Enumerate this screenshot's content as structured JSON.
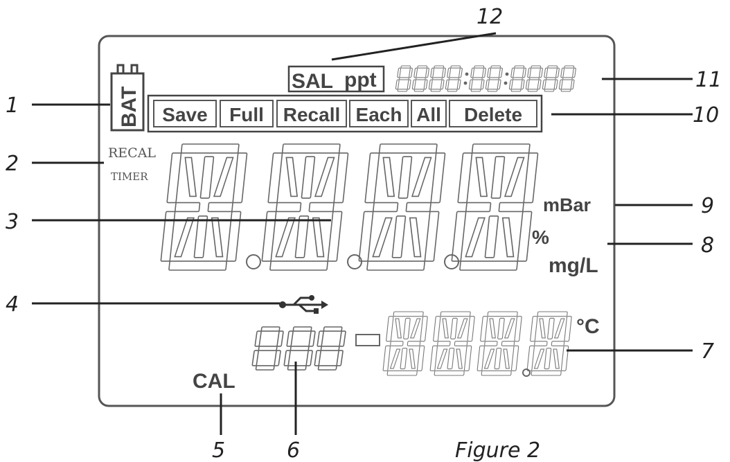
{
  "figure": {
    "caption": "Figure 2",
    "callouts": [
      "1",
      "2",
      "3",
      "4",
      "5",
      "6",
      "7",
      "8",
      "9",
      "10",
      "11",
      "12"
    ]
  },
  "lcd": {
    "battery_label": "BAT",
    "recal_label": "RECAL",
    "timer_label": "TIMER",
    "sal_label": "SAL",
    "ppt_label": "ppt",
    "memory_buttons": [
      "Save",
      "Full",
      "Recall",
      "Each",
      "All",
      "Delete"
    ],
    "unit_mbar": "mBar",
    "unit_percent": "%",
    "unit_mgl": "mg/L",
    "unit_celsius": "°C",
    "cal_label": "CAL",
    "usb_icon": "usb-icon"
  },
  "colors": {
    "segment_stroke": "#666666",
    "frame": "#555555",
    "text": "#222222"
  }
}
